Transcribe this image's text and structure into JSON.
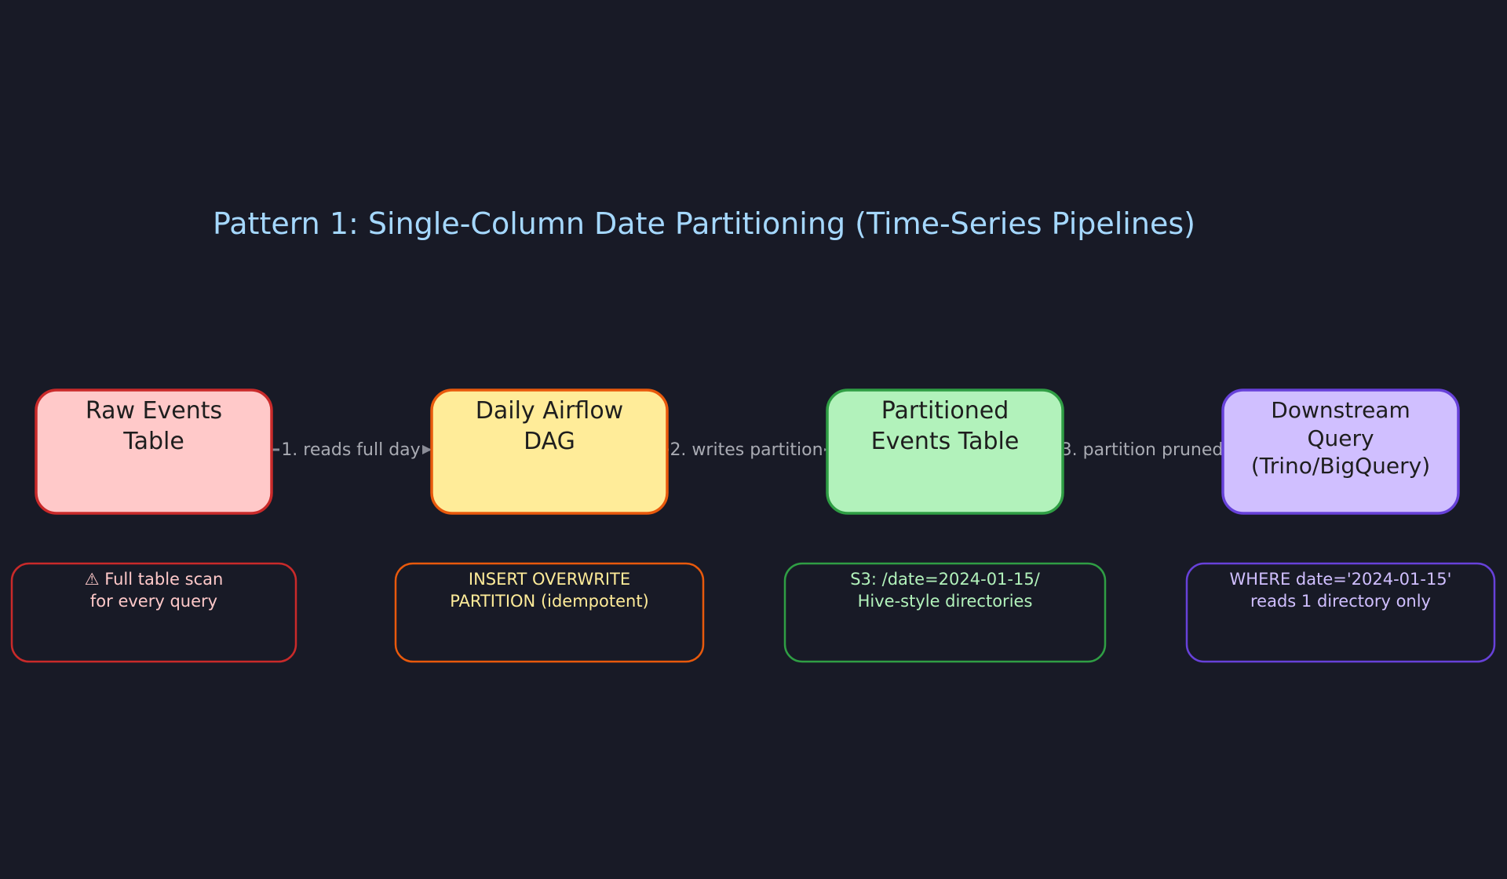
{
  "title": "Pattern 1: Single-Column Date Partitioning (Time-Series Pipelines)",
  "colors": {
    "background": "#181a26",
    "title": "#a5d8ff",
    "arrow": "#8a8c96",
    "arrow_label": "#a9abb3",
    "node_text": "#1e1e1e"
  },
  "nodes": [
    {
      "id": "raw-events",
      "lines": [
        "Raw Events",
        "Table"
      ],
      "fill": "#ffc9c9",
      "stroke": "#c92a2a"
    },
    {
      "id": "airflow-dag",
      "lines": [
        "Daily Airflow",
        "DAG"
      ],
      "fill": "#ffec99",
      "stroke": "#e8590c"
    },
    {
      "id": "partitioned-events",
      "lines": [
        "Partitioned",
        "Events Table"
      ],
      "fill": "#b2f2bb",
      "stroke": "#2f9e44"
    },
    {
      "id": "downstream-query",
      "lines": [
        "Downstream",
        "Query",
        "(Trino/BigQuery)"
      ],
      "fill": "#d0bfff",
      "stroke": "#6741d9"
    }
  ],
  "arrows": [
    {
      "label": "1. reads full day"
    },
    {
      "label": "2. writes partition"
    },
    {
      "label": "3. partition pruned"
    }
  ],
  "notes": [
    {
      "lines": [
        "⚠ Full table scan",
        "for every query"
      ],
      "stroke": "#c92a2a",
      "text_color": "#ffc9c9"
    },
    {
      "lines": [
        "INSERT OVERWRITE",
        "PARTITION (idempotent)"
      ],
      "stroke": "#e8590c",
      "text_color": "#ffec99"
    },
    {
      "lines": [
        "S3: /date=2024-01-15/",
        "Hive-style directories"
      ],
      "stroke": "#2f9e44",
      "text_color": "#b2f2bb"
    },
    {
      "lines": [
        "WHERE date='2024-01-15'",
        "reads 1 directory only"
      ],
      "stroke": "#6741d9",
      "text_color": "#d0bfff"
    }
  ]
}
